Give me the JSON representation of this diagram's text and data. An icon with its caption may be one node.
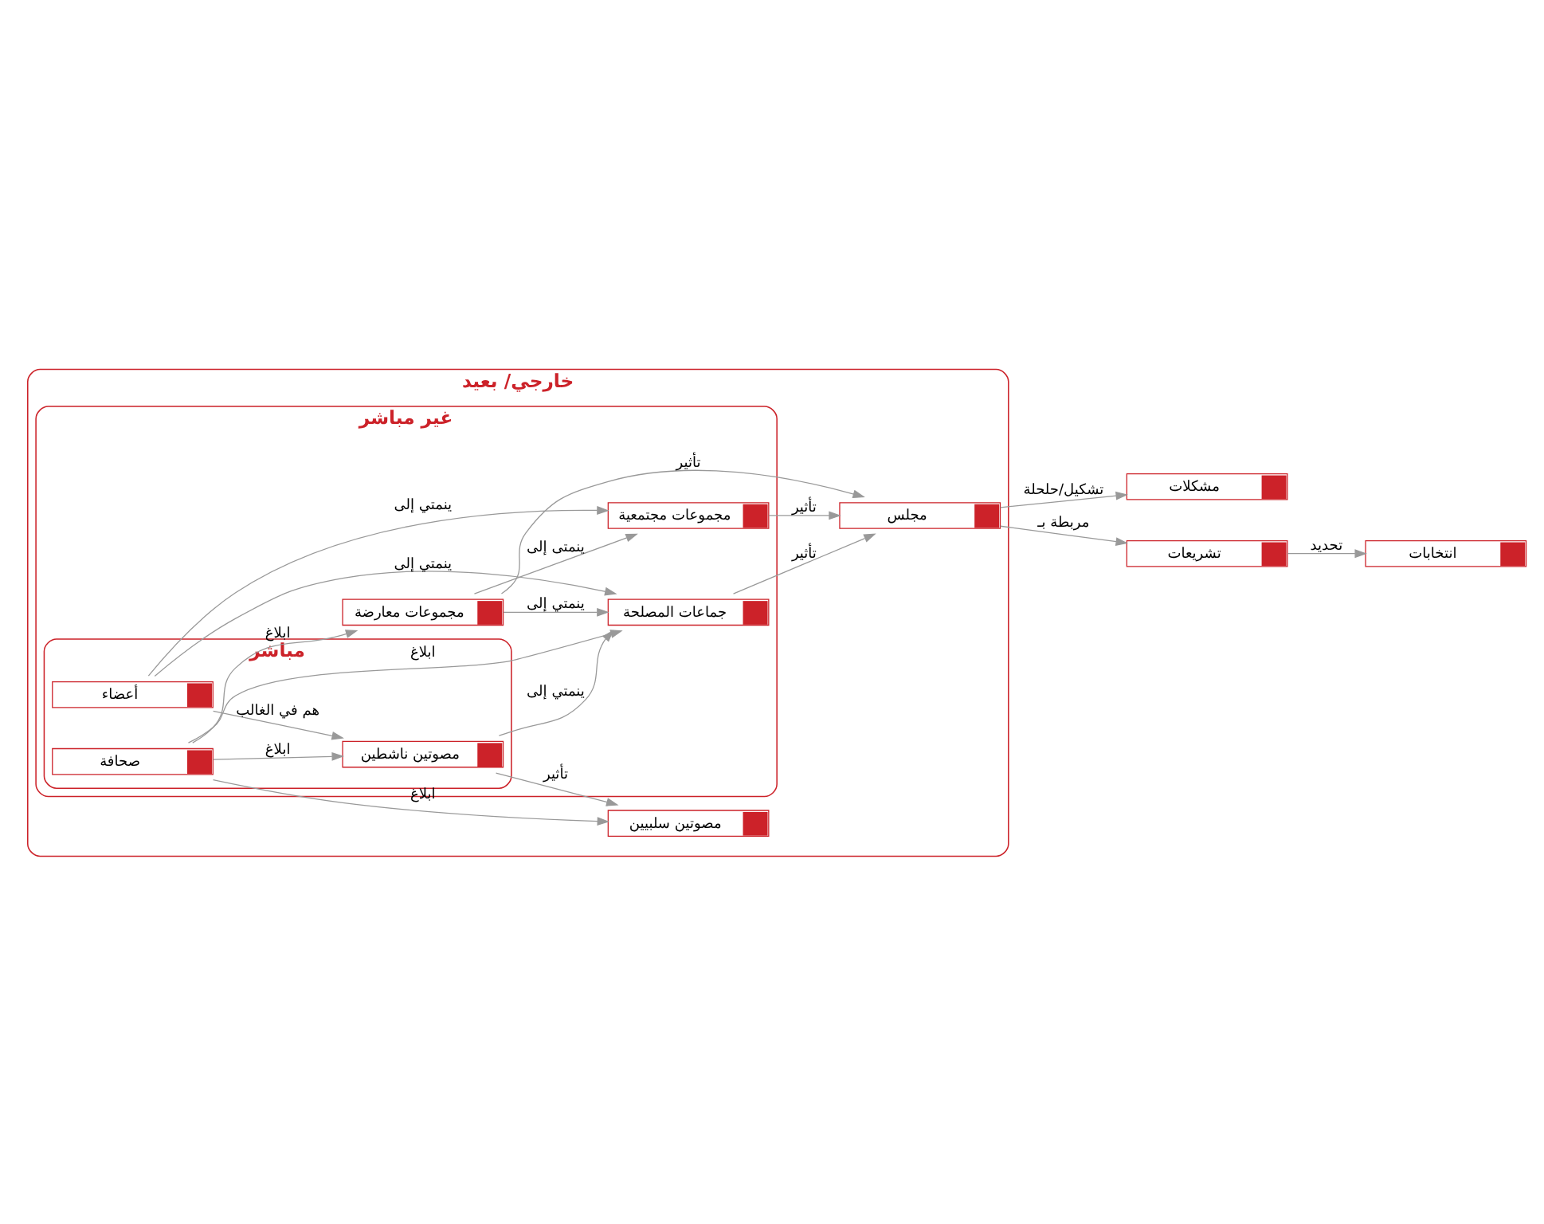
{
  "diagram": {
    "nodes": [
      {
        "text": [
          "خارجي/ بعيد"
        ]
      },
      {
        "text": [
          "غير مباشر"
        ],
        "in": 0
      },
      {
        "text": [
          "مباشر"
        ],
        "in": 1
      },
      {
        "text": [
          "مشكلات"
        ]
      },
      {
        "text": [
          "تشريعات"
        ]
      },
      {
        "text": [
          "انتخابات"
        ]
      },
      {
        "text": [
          "مجلس"
        ],
        "in": 0
      },
      {
        "text": [
          "مجموعات مجتمعية"
        ],
        "in": 1
      },
      {
        "text": [
          "مجموعات معارضة"
        ],
        "in": 1
      },
      {
        "text": [
          "أعضاء"
        ],
        "in": 2
      },
      {
        "text": [
          "صحافة"
        ],
        "in": 2
      },
      {
        "text": [
          "مصوتين ناشطين"
        ],
        "in": 2
      },
      {
        "text": [
          "جماعات المصلحة"
        ],
        "in": 1
      },
      {
        "text": [
          "مصوتين سلبيين"
        ],
        "in": 0
      }
    ],
    "edges": [
      {
        "from": 6,
        "to": 3,
        "arrow": "to",
        "label": "تشكيل/حلحلة"
      },
      {
        "from": 6,
        "to": 4,
        "arrow": "to",
        "label": "مربطة بـ"
      },
      {
        "from": 4,
        "to": 5,
        "arrow": "to",
        "label": "تحديد"
      },
      {
        "from": 7,
        "to": 6,
        "arrow": "to",
        "label": "تأثير"
      },
      {
        "from": 8,
        "to": 7,
        "arrow": "to",
        "label": "ينمتى إلى"
      },
      {
        "from": 8,
        "to": 6,
        "arrow": "to",
        "label": "تأثير"
      },
      {
        "from": 12,
        "to": 6,
        "arrow": "to",
        "label": "تأثير"
      },
      {
        "from": 8,
        "to": 12,
        "arrow": "to",
        "label": "ينمتي إلى"
      },
      {
        "from": 9,
        "to": 7,
        "arrow": "to",
        "label": "ينمتي إلى"
      },
      {
        "from": 9,
        "to": 12,
        "arrow": "to",
        "label": "ينمتي إلى"
      },
      {
        "from": 9,
        "to": 11,
        "arrow": "to",
        "label": "هم في الغالب"
      },
      {
        "from": 10,
        "to": 8,
        "arrow": "to",
        "label": "ابلاغ"
      },
      {
        "from": 10,
        "to": 12,
        "arrow": "to",
        "label": "ابلاغ"
      },
      {
        "from": 10,
        "to": 11,
        "arrow": "to",
        "label": "ابلاغ"
      },
      {
        "from": 10,
        "to": 13,
        "arrow": "to",
        "label": "ابلاغ"
      },
      {
        "from": 11,
        "to": 12,
        "arrow": "to",
        "label": "ينمتي إلى"
      },
      {
        "from": 11,
        "to": 13,
        "arrow": "to",
        "label": "تأثير"
      }
    ]
  }
}
